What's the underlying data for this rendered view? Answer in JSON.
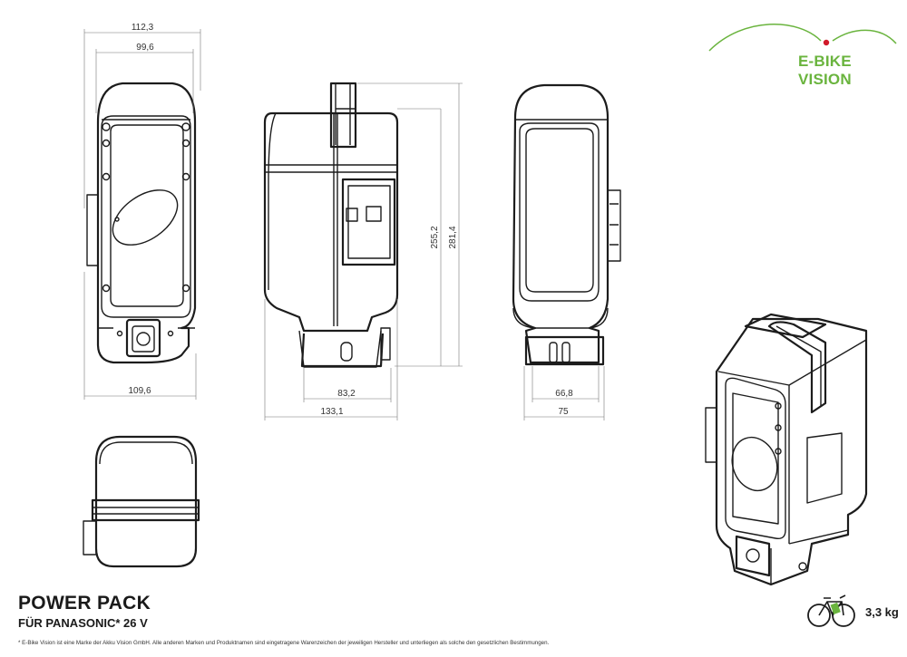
{
  "brand": {
    "name": "E-BIKE VISION",
    "accent": "#6ab43e",
    "dot": "#d11a2a"
  },
  "product": {
    "title": "POWER PACK",
    "subtitle": "FÜR PANASONIC* 26 V",
    "weight": "3,3 kg"
  },
  "dimensions": {
    "front_overall_width": "112,3",
    "front_top_width": "99,6",
    "front_bottom_width": "109,6",
    "side_base_width": "83,2",
    "side_overall_width": "133,1",
    "side_height_inner": "255,2",
    "side_height_overall": "281,4",
    "back_base_width": "66,8",
    "back_overall_width": "75"
  },
  "footnote": "* E-Bike Vision ist eine Marke der Akku Vision GmbH. Alle anderen Marken und Produktnamen sind eingetragene Warenzeichen der jeweiligen Hersteller und unterliegen als solche den gesetzlichen Bestimmungen.",
  "icons": {
    "bicycle": "bicycle-icon",
    "logo_arc": "logo-swoosh-icon"
  }
}
